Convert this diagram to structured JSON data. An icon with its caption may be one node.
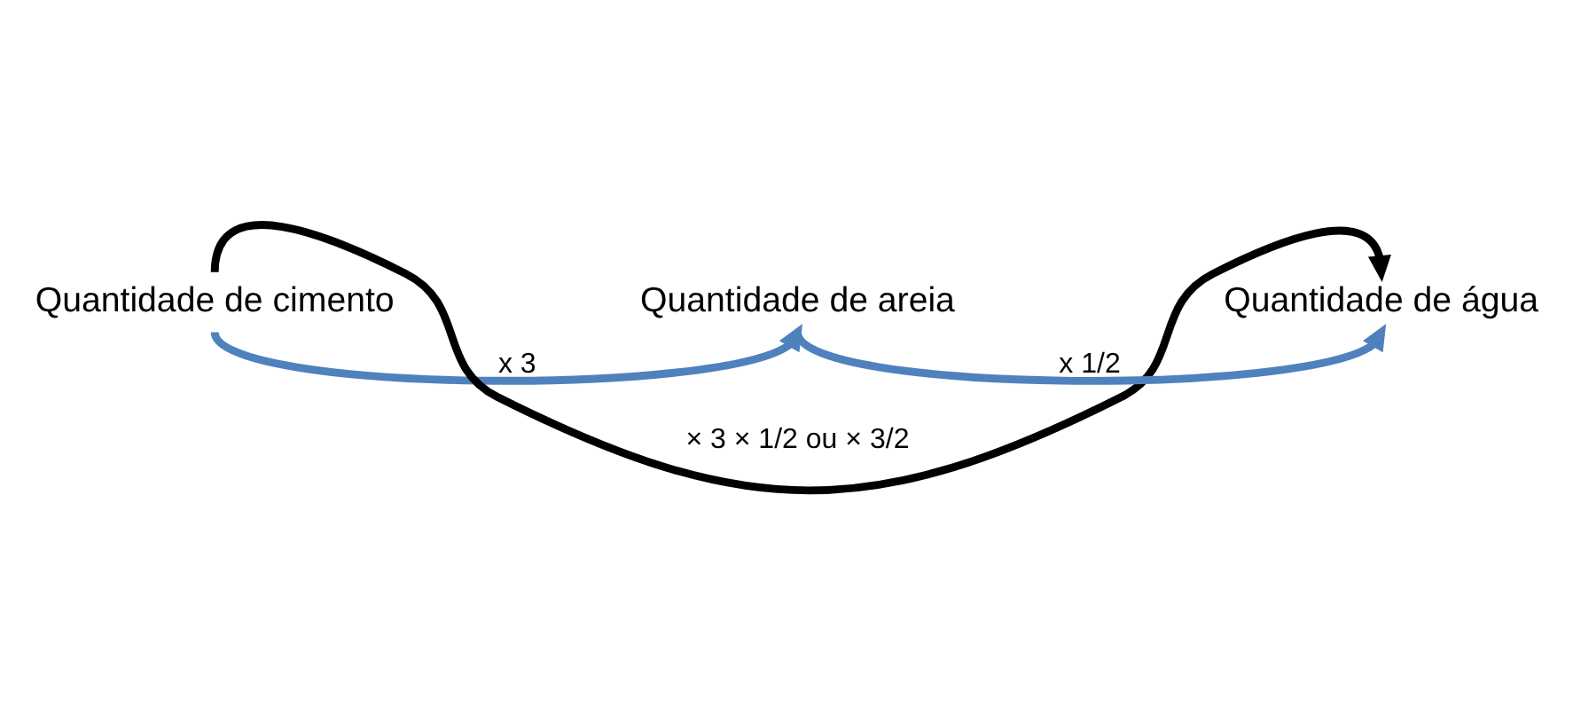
{
  "diagram": {
    "nodes": [
      {
        "text": [
          "Quantidade de cimento"
        ]
      },
      {
        "text": [
          "Quantidade de areia"
        ]
      },
      {
        "text": [
          "Quantidade de água"
        ]
      }
    ],
    "edges": [
      {
        "from": 0,
        "to": 2,
        "arrow": "to",
        "label": "× 3 × 1/2 ou × 3/2",
        "color": "#000000"
      },
      {
        "from": 0,
        "to": 1,
        "arrow": "to",
        "label": "x 3"
      },
      {
        "from": 1,
        "to": 2,
        "arrow": "to",
        "label": "x 1/2"
      }
    ]
  }
}
